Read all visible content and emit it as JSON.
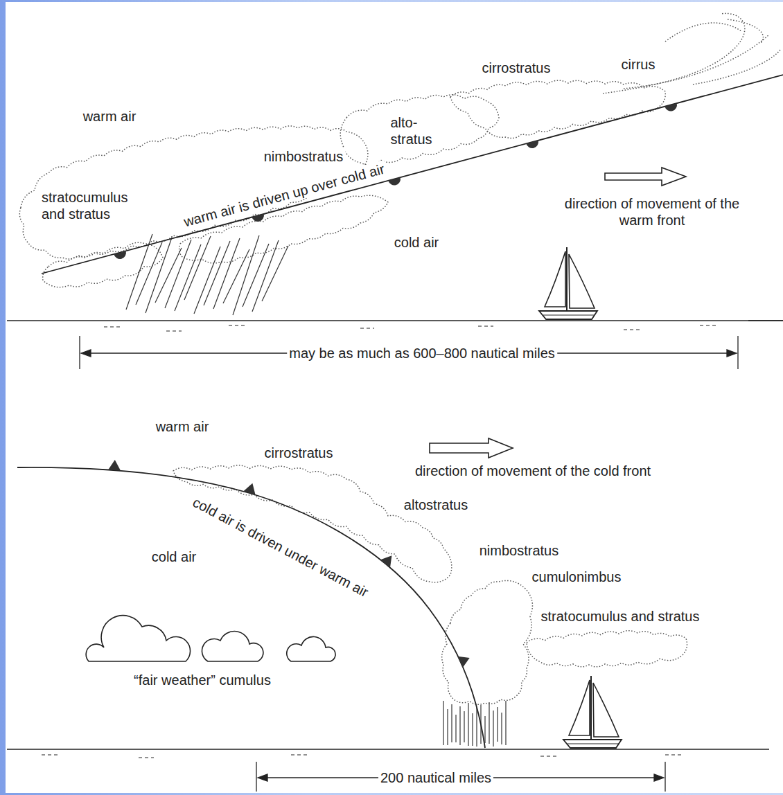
{
  "diagram": {
    "labels": [
      "cirrostratus",
      "cirrus",
      "warm air",
      "alto- stratus",
      "nimbostratus",
      "stratocumulus and stratus",
      "warm air is driven up over cold air",
      "direction of movement of the warm front",
      "cold air",
      "may be as much as 600–800 nautical miles",
      "warm air",
      "cirrostratus",
      "direction of movement of the cold front",
      "altostratus",
      "nimbostratus",
      "cumulonimbus",
      "cold air is driven under warm air",
      "cold air",
      "stratocumulus and stratus",
      "“fair weather” cumulus",
      "200 nautical miles"
    ]
  }
}
